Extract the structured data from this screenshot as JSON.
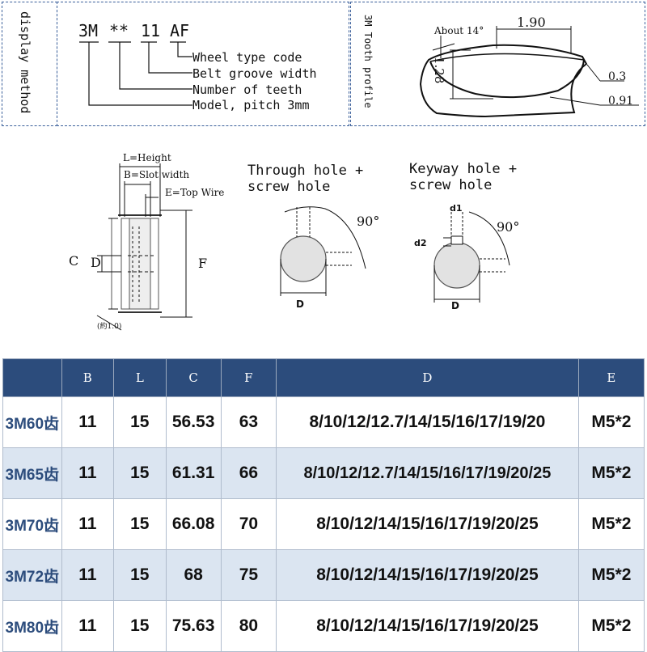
{
  "display_method": {
    "side_label": "display method",
    "code": {
      "model": "3M",
      "teeth": "**",
      "width": "11",
      "type": "AF"
    },
    "legend": [
      "Wheel type code",
      "Belt groove width",
      "Number of teeth",
      "Model, pitch 3mm"
    ]
  },
  "tooth_profile": {
    "side_label": "3M Tooth profile",
    "angle_label": "About 14°",
    "width": "1.90",
    "height": "1.28",
    "radius_top": "0.3",
    "radius_bottom": "0.91"
  },
  "pulley_drawing": {
    "L_label": "L=Height",
    "B_label": "B=Slot width",
    "E_label": "E=Top Wire",
    "C": "C",
    "D": "D",
    "F": "F",
    "note": "(約1.0)"
  },
  "through_hole": {
    "title": "Through hole + screw hole",
    "angle": "90°",
    "d_label": "D"
  },
  "keyway_hole": {
    "title": "Keyway hole + screw hole",
    "angle": "90°",
    "d_label": "D",
    "d1": "d1",
    "d2": "d2"
  },
  "table": {
    "headers": [
      "",
      "B",
      "L",
      "C",
      "F",
      "D",
      "E"
    ],
    "rows": [
      {
        "model": "3M60齿",
        "B": "11",
        "L": "15",
        "C": "56.53",
        "F": "63",
        "D": "8/10/12/12.7/14/15/16/17/19/20",
        "E": "M5*2"
      },
      {
        "model": "3M65齿",
        "B": "11",
        "L": "15",
        "C": "61.31",
        "F": "66",
        "D": "8/10/12/12.7/14/15/16/17/19/20/25",
        "E": "M5*2"
      },
      {
        "model": "3M70齿",
        "B": "11",
        "L": "15",
        "C": "66.08",
        "F": "70",
        "D": "8/10/12/14/15/16/17/19/20/25",
        "E": "M5*2"
      },
      {
        "model": "3M72齿",
        "B": "11",
        "L": "15",
        "C": "68",
        "F": "75",
        "D": "8/10/12/14/15/16/17/19/20/25",
        "E": "M5*2"
      },
      {
        "model": "3M80齿",
        "B": "11",
        "L": "15",
        "C": "75.63",
        "F": "80",
        "D": "8/10/12/14/15/16/17/19/20/25",
        "E": "M5*2"
      }
    ]
  }
}
